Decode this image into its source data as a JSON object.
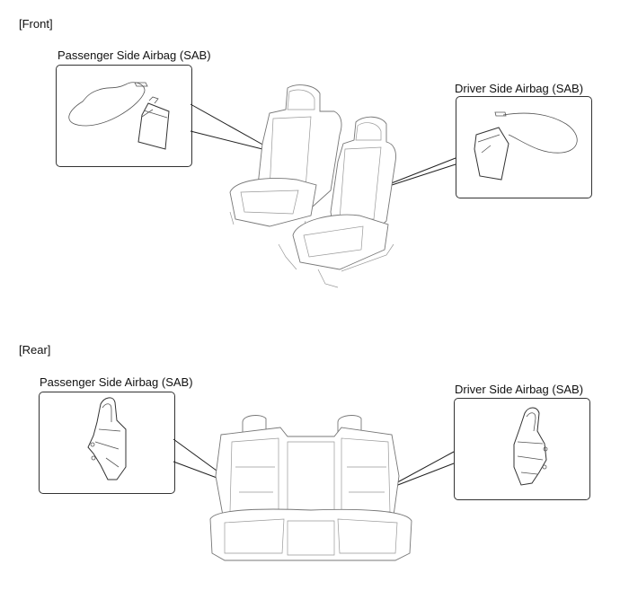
{
  "front": {
    "section_label": "[Front]",
    "passenger_label": "Passenger Side Airbag (SAB)",
    "driver_label": "Driver Side Airbag (SAB)"
  },
  "rear": {
    "section_label": "[Rear]",
    "passenger_label": "Passenger Side Airbag (SAB)",
    "driver_label": "Driver Side Airbag (SAB)"
  },
  "icons": {
    "front_seats": "front-seats-illustration",
    "rear_seat": "rear-seat-illustration",
    "front_airbag": "front-side-airbag-module",
    "rear_airbag": "rear-side-airbag-module"
  }
}
